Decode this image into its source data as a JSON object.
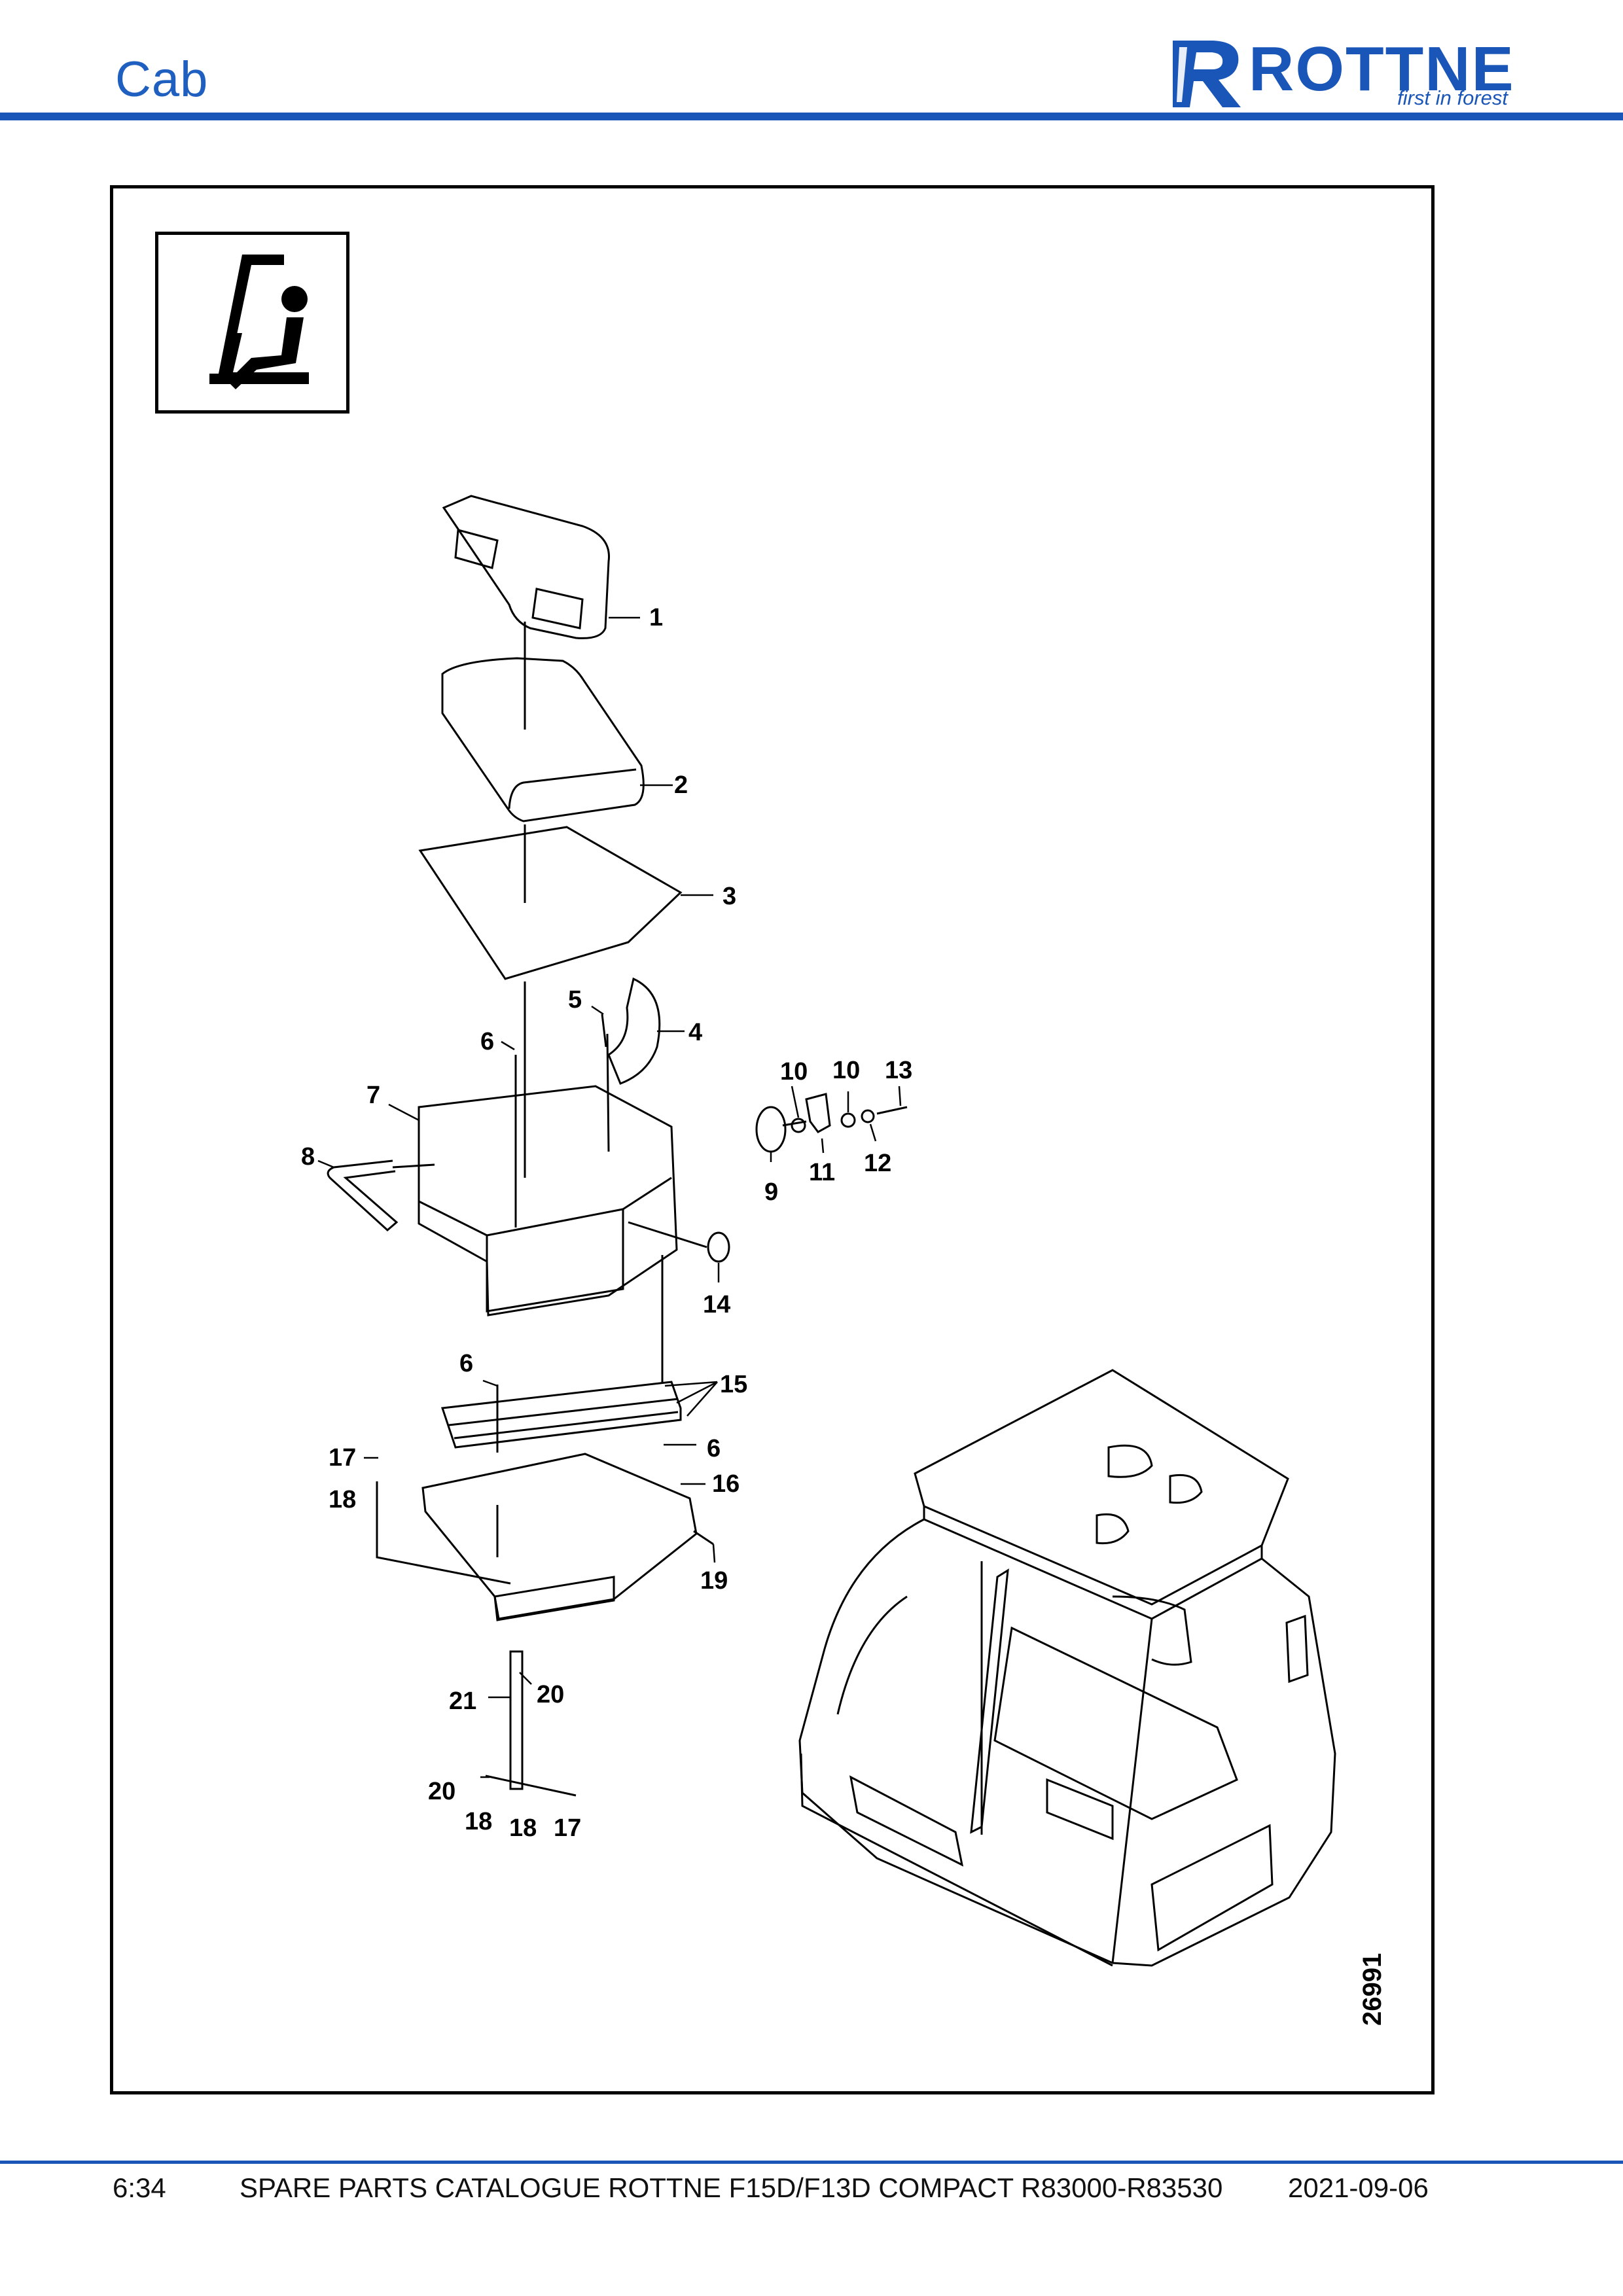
{
  "header": {
    "title": "Cab"
  },
  "logo": {
    "brand": "ROTTNE",
    "tagline": "first in forest",
    "brand_color": "#1a56b8"
  },
  "diagram": {
    "callouts": [
      {
        "text": "1"
      },
      {
        "text": "2"
      },
      {
        "text": "3"
      },
      {
        "text": "4"
      },
      {
        "text": "5"
      },
      {
        "text": "6"
      },
      {
        "text": "7"
      },
      {
        "text": "8"
      },
      {
        "text": "6"
      },
      {
        "text": "10"
      },
      {
        "text": "10"
      },
      {
        "text": "13"
      },
      {
        "text": "9"
      },
      {
        "text": "11"
      },
      {
        "text": "12"
      },
      {
        "text": "14"
      },
      {
        "text": "15"
      },
      {
        "text": "6"
      },
      {
        "text": "17"
      },
      {
        "text": "16"
      },
      {
        "text": "18"
      },
      {
        "text": "19"
      },
      {
        "text": "21"
      },
      {
        "text": "20"
      },
      {
        "text": "20"
      },
      {
        "text": "18"
      },
      {
        "text": "18"
      },
      {
        "text": "17"
      }
    ],
    "drawing_number": "26991"
  },
  "footer": {
    "page": "6:34",
    "title": "SPARE PARTS CATALOGUE ROTTNE F15D/F13D COMPACT R83000-R83530",
    "date": "2021-09-06"
  }
}
